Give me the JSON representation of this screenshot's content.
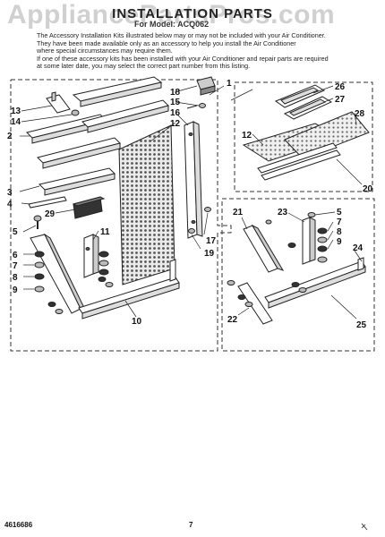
{
  "document": {
    "title": "INSTALLATION PARTS",
    "subtitle": "For Model: ACQ062",
    "watermark": "AppliancePartsPros.com",
    "intro_lines": [
      "The Accessory Installation Kits illustrated below may or may not be included with your Air Conditioner.",
      "They have been made available only as an accessory to help you install the Air Conditioner",
      "where special circumstances may require them.",
      "If one of these accessory kits has been installed with your Air Conditioner and repair parts are required",
      "at some later date, you may select the correct part number from this listing."
    ],
    "footer_code": "4616686",
    "page_number": "7"
  },
  "callouts": {
    "n1": "1",
    "n2": "2",
    "n3": "3",
    "n4": "4",
    "n5": "5",
    "n6": "6",
    "n7": "7",
    "n8": "8",
    "n9": "9",
    "n10": "10",
    "n11": "11",
    "n12": "12",
    "n13": "13",
    "n14": "14",
    "n15": "15",
    "n16": "16",
    "n17": "17",
    "n18": "18",
    "n19": "19",
    "n20": "20",
    "n21": "21",
    "n22": "22",
    "n23": "23",
    "n24": "24",
    "n25": "25",
    "n26": "26",
    "n27": "27",
    "n28": "28",
    "n29": "29"
  }
}
